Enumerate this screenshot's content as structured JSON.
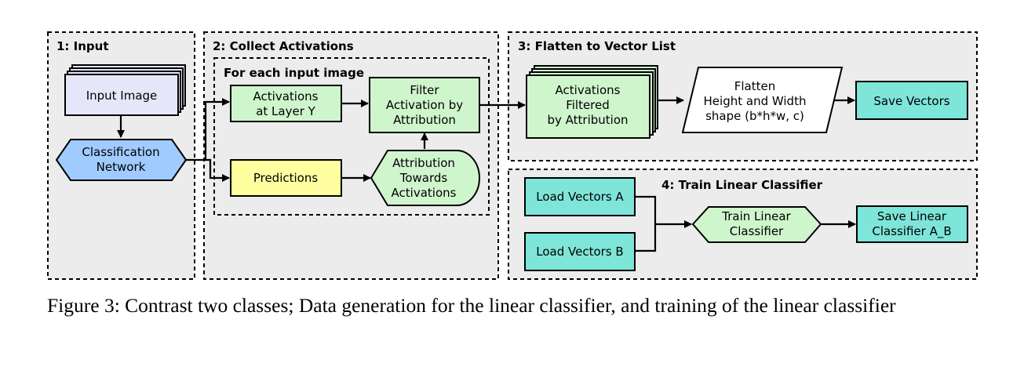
{
  "panels": {
    "input": "1: Input",
    "collect": "2: Collect Activations",
    "for_each": "For each input image",
    "flatten": "3: Flatten to Vector List",
    "train": "4: Train Linear Classifier"
  },
  "nodes": {
    "input_image": [
      "Input Image"
    ],
    "classification_network": [
      "Classification",
      "Network"
    ],
    "activations_layer": [
      "Activations",
      "at Layer Y"
    ],
    "predictions": [
      "Predictions"
    ],
    "filter_activation": [
      "Filter",
      "Activation by",
      "Attribution"
    ],
    "attribution": [
      "Attribution",
      "Towards",
      "Activations"
    ],
    "activations_filtered": [
      "Activations",
      "Filtered",
      "by Attribution"
    ],
    "flatten": [
      "Flatten",
      "Height and Width",
      "shape (b*h*w, c)"
    ],
    "save_vectors": [
      "Save Vectors"
    ],
    "load_a": [
      "Load Vectors A"
    ],
    "load_b": [
      "Load Vectors B"
    ],
    "train_classifier": [
      "Train Linear",
      "Classifier"
    ],
    "save_classifier": [
      "Save Linear",
      "Classifier A_B"
    ]
  },
  "caption": "Figure 3: Contrast two classes; Data generation for the linear classifier, and training of the linear classifier",
  "colors": {
    "panel_bg": "#ececec",
    "lavender": "#e6e6fa",
    "blue": "#9fcbff",
    "green": "#cff5cd",
    "yellow": "#ffff9f",
    "teal": "#7ee5d9",
    "white": "#ffffff"
  }
}
